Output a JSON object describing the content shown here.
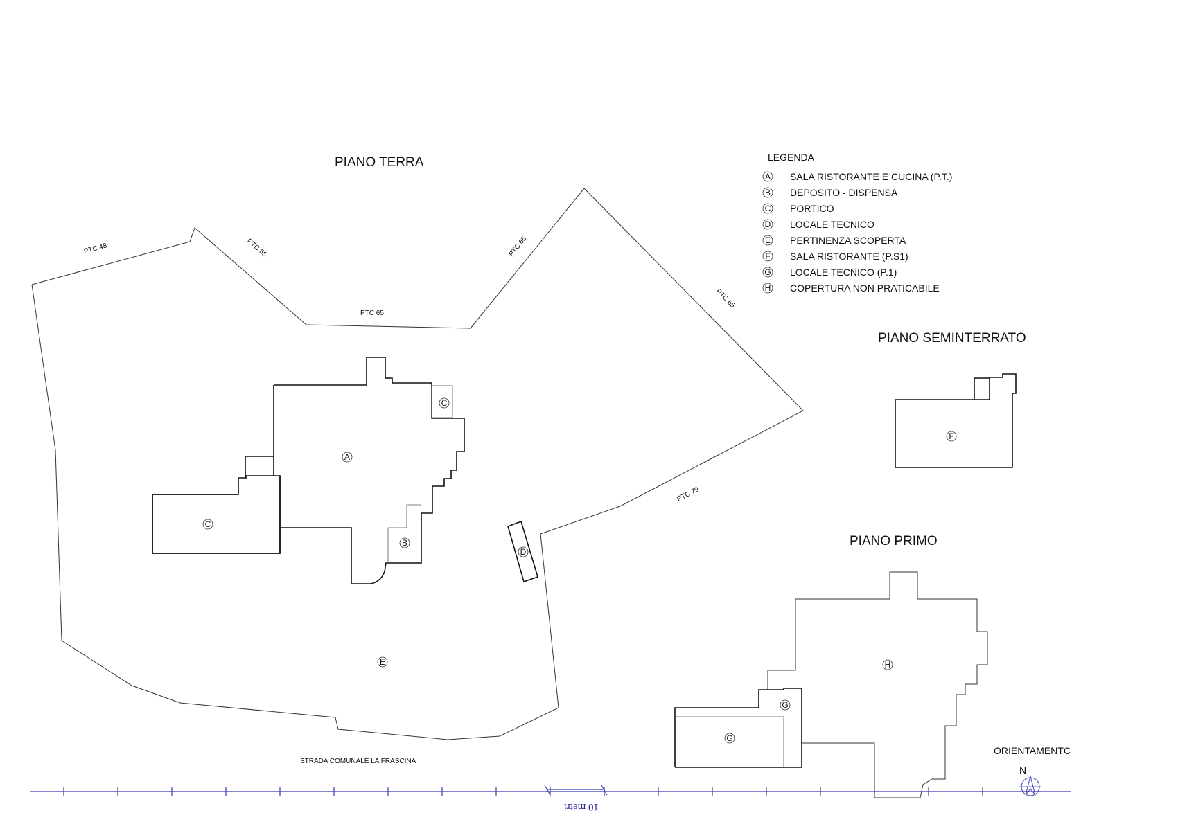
{
  "titles": {
    "piano_terra": "PIANO TERRA",
    "piano_seminterrato": "PIANO SEMINTERRATO",
    "piano_primo": "PIANO PRIMO",
    "orientamento": "ORIENTAMENTC",
    "north": "N"
  },
  "legend": {
    "heading": "LEGENDA",
    "items": [
      {
        "letter": "A",
        "label": "SALA RISTORANTE E CUCINA (P.T.)"
      },
      {
        "letter": "B",
        "label": "DEPOSITO - DISPENSA"
      },
      {
        "letter": "C",
        "label": "PORTICO"
      },
      {
        "letter": "D",
        "label": "LOCALE TECNICO"
      },
      {
        "letter": "E",
        "label": "PERTINENZA SCOPERTA"
      },
      {
        "letter": "F",
        "label": "SALA RISTORANTE (P.S1)"
      },
      {
        "letter": "G",
        "label": "LOCALE TECNICO (P.1)"
      },
      {
        "letter": "H",
        "label": "COPERTURA NON PRATICABILE"
      }
    ]
  },
  "parcels": {
    "ptc48": "PTC 48",
    "ptc65_a": "PTC 65",
    "ptc65_b": "PTC 65",
    "ptc65_c": "PTC 65",
    "ptc65_d": "PTC 65",
    "ptc79": "PTC 79"
  },
  "road": "STRADA COMUNALE LA FRASCINA",
  "scale_label": "10 metri",
  "markers": {
    "a": "A",
    "b": "B",
    "c1": "C",
    "c2": "C",
    "d": "D",
    "e": "E",
    "f": "F",
    "g1": "G",
    "g2": "G",
    "h": "H"
  }
}
